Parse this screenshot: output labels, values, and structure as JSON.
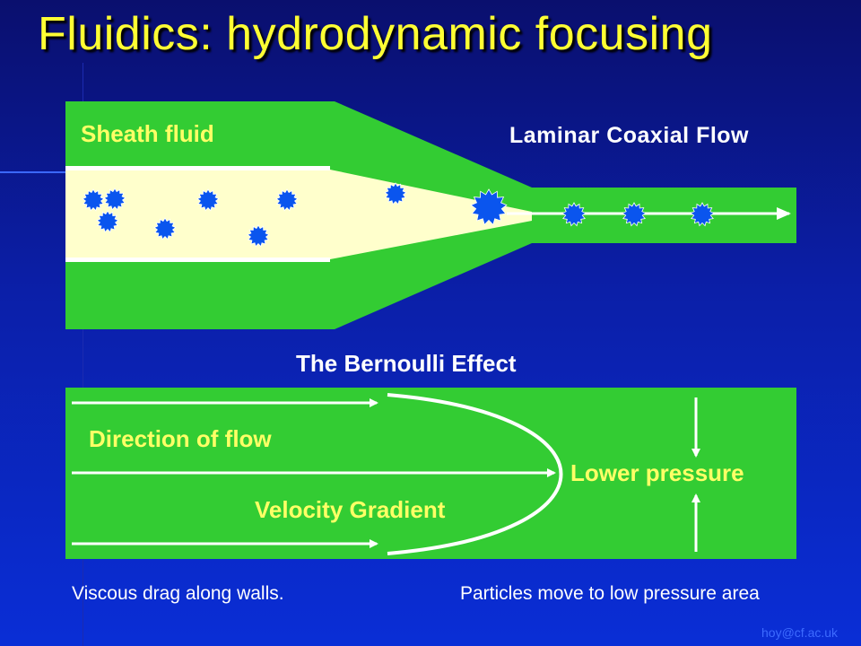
{
  "slide": {
    "title": "Fluidics: hydrodynamic focusing",
    "footer_email": "hoy@cf.ac.uk"
  },
  "diagram_top": {
    "sheath_label": "Sheath fluid",
    "flow_label": "Laminar Coaxial Flow"
  },
  "diagram_bottom": {
    "heading": "The Bernoulli Effect",
    "direction_label": "Direction of flow",
    "pressure_label": "Lower pressure",
    "gradient_label": "Velocity Gradient"
  },
  "captions": {
    "left": "Viscous drag along walls.",
    "right": "Particles move to low pressure area"
  },
  "colors": {
    "title": "#ffff33",
    "fluid_green": "#33cc33",
    "sample_core": "#ffffcc",
    "particle": "#0a55ee",
    "label_yellow": "#ffff66"
  },
  "icons": {
    "particle": "spiky-circle-icon",
    "arrow": "arrow-right-icon"
  }
}
